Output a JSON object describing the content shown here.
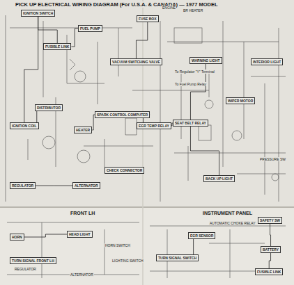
{
  "diagram": {
    "title": "PICK UP ELECTRICAL WIRING DIAGRAM (For U.S.A. & CANADA) — 1977 MODEL",
    "nodes": [
      {
        "text": [
          "IGNITION SWITCH"
        ]
      },
      {
        "text": [
          "FUSIBLE LINK"
        ]
      },
      {
        "text": [
          "FUEL PUMP"
        ]
      },
      {
        "text": [
          "VACUUM SWITCHING VALVE"
        ]
      },
      {
        "text": [
          "IGNITION COIL"
        ]
      },
      {
        "text": [
          "DISTRIBUTOR"
        ]
      },
      {
        "text": [
          "HEATER"
        ]
      },
      {
        "text": [
          "SPARK CONTROL COMPUTER"
        ]
      },
      {
        "text": [
          "EGR TEMP RELAY"
        ]
      },
      {
        "text": [
          "SEAT BELT RELAY"
        ]
      },
      {
        "text": [
          "REGULATOR"
        ]
      },
      {
        "text": [
          "ALTERNATOR"
        ]
      },
      {
        "text": [
          "CHECK CONNECTOR"
        ]
      },
      {
        "text": [
          "BACK UP LIGHT"
        ]
      },
      {
        "text": [
          "FUSE BOX"
        ]
      },
      {
        "text": [
          "WARNING LIGHT"
        ]
      },
      {
        "text": [
          "WIPER MOTOR"
        ]
      },
      {
        "text": [
          "INTERIOR LIGHT"
        ]
      },
      {
        "text": [
          "HORN"
        ]
      },
      {
        "text": [
          "HEAD LIGHT"
        ]
      },
      {
        "text": [
          "TURN SIGNAL FRONT LH"
        ]
      },
      {
        "text": [
          "TURN SIGNAL SWITCH"
        ]
      },
      {
        "text": [
          "EGR SENSOR"
        ]
      },
      {
        "text": [
          "SAFETY SW"
        ]
      },
      {
        "text": [
          "BATTERY"
        ]
      },
      {
        "text": [
          "FUSIBLE LINK"
        ]
      }
    ],
    "edges": [
      {
        "from": 0,
        "to": 1,
        "arrow": "none"
      },
      {
        "from": 1,
        "to": 2,
        "arrow": "none"
      },
      {
        "from": 0,
        "to": 4,
        "arrow": "none"
      },
      {
        "from": 4,
        "to": 5,
        "arrow": "none"
      },
      {
        "from": 10,
        "to": 11,
        "arrow": "none"
      },
      {
        "from": 6,
        "to": 7,
        "arrow": "none"
      },
      {
        "from": 7,
        "to": 8,
        "arrow": "none"
      },
      {
        "from": 8,
        "to": 9,
        "arrow": "none"
      },
      {
        "from": 9,
        "to": 13,
        "arrow": "none"
      },
      {
        "from": 15,
        "to": 9,
        "arrow": "none"
      },
      {
        "from": 14,
        "to": 3,
        "arrow": "none"
      },
      {
        "from": 18,
        "to": 19,
        "arrow": "none"
      },
      {
        "from": 21,
        "to": 22,
        "arrow": "none"
      },
      {
        "from": 23,
        "to": 24,
        "arrow": "none"
      },
      {
        "from": 24,
        "to": 25,
        "arrow": "none"
      }
    ],
    "labels": [
      "ENGINE",
      "BR HEATER",
      "To Regulator \"Y\" Terminal",
      "To Fuel Pump Relay",
      "PRESSURE SW",
      "FRONT LH",
      "INSTRUMENT PANEL",
      "HORN SWITCH",
      "LIGHTING SWITCH",
      "AUTOMATIC CHOKE RELAY",
      "REGULATOR",
      "ALTERNATOR"
    ]
  }
}
